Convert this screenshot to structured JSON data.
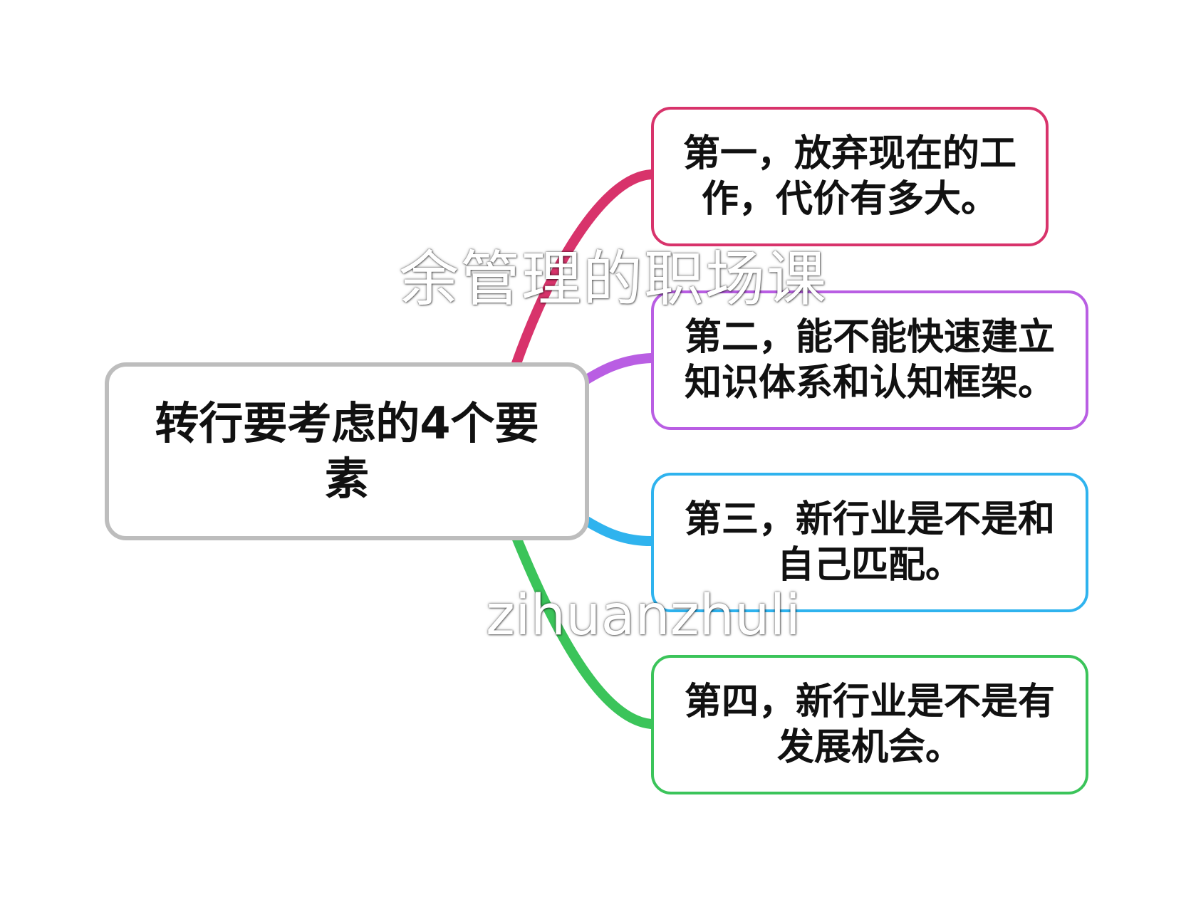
{
  "mindmap": {
    "central": {
      "text": "转行要考虑的4个要素",
      "border_color": "#bdbdbd"
    },
    "branches": [
      {
        "text": "第一，放弃现在的工作，代价有多大。",
        "color": "#d8336b"
      },
      {
        "text": "第二，能不能快速建立知识体系和认知框架。",
        "color": "#b95ee3"
      },
      {
        "text": "第三，新行业是不是和自己匹配。",
        "color": "#2fb3ee"
      },
      {
        "text": "第四，新行业是不是有发展机会。",
        "color": "#3bc45a"
      }
    ]
  },
  "watermarks": {
    "chinese": "余管理的职场课",
    "latin": "zihuanzhuli"
  }
}
